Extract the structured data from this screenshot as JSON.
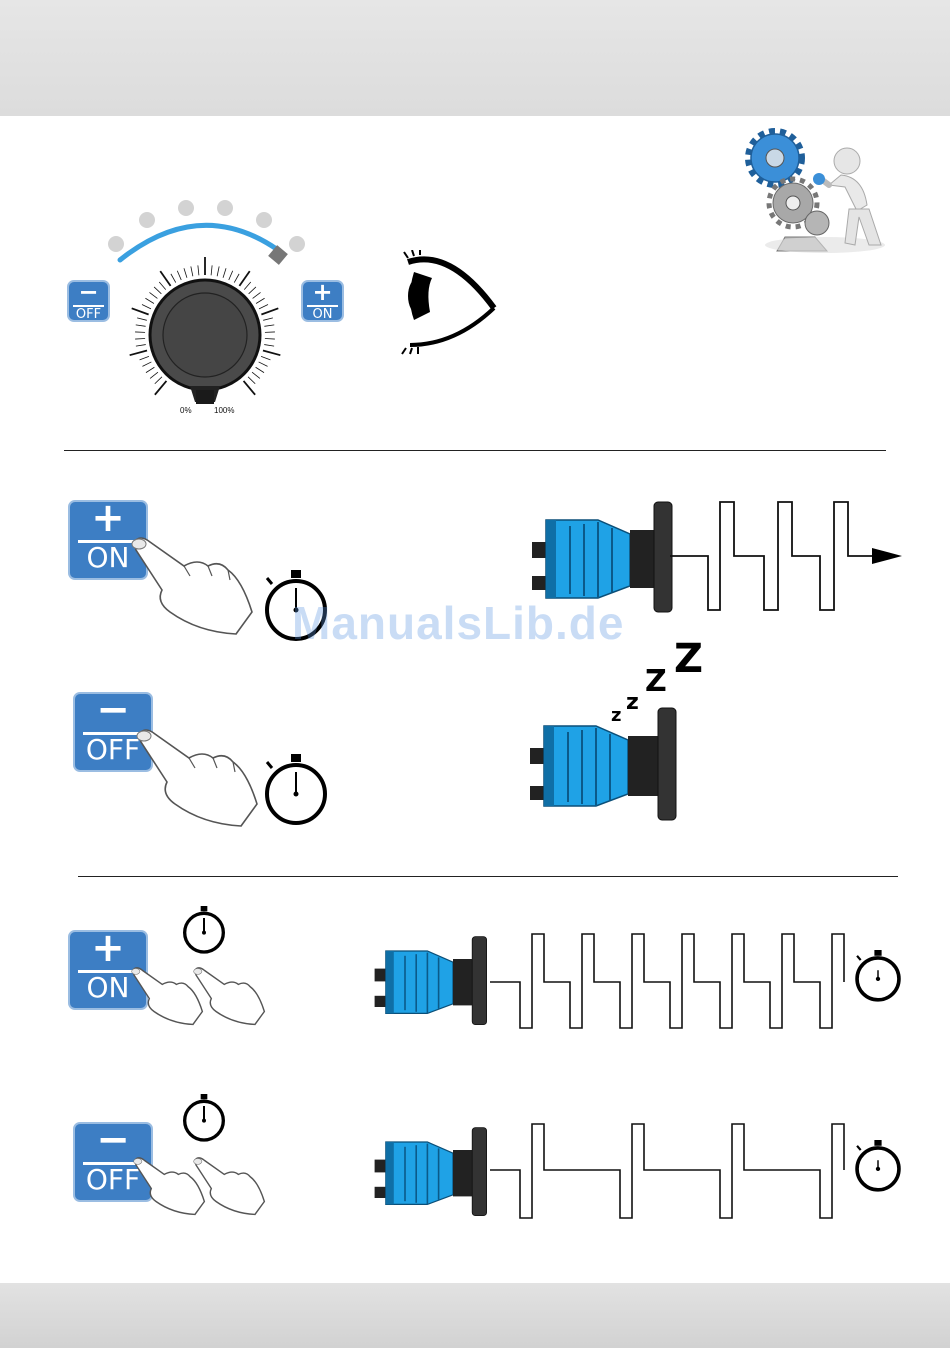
{
  "watermark": "ManualsLib.de",
  "keys": {
    "on_sign": "+",
    "on_label": "ON",
    "off_sign": "−",
    "off_label": "OFF"
  },
  "dial": {
    "min_label": "0%",
    "max_label": "100%",
    "level": 0.85
  },
  "sleep": {
    "z1": "z",
    "z2": "z",
    "z3": "Z",
    "z4": "Z"
  },
  "colors": {
    "key_blue": "#3d7ec4",
    "pump_blue": "#1fa2e6",
    "accent_blue": "#3aa0e0"
  },
  "icons": [
    "gears-figure-icon",
    "eye-icon",
    "stopwatch-icon",
    "hand-pointer-icon",
    "pump-icon",
    "pulse-signal-icon",
    "sleep-icon"
  ]
}
